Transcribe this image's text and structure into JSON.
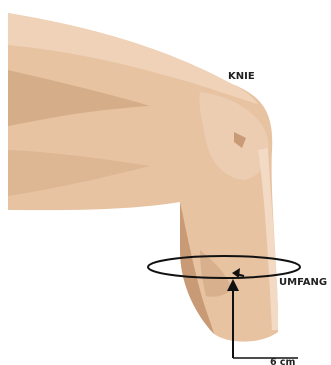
{
  "labels": {
    "knee": "KNIE",
    "circumference": "UMFANG",
    "distance": "6 cm"
  },
  "colors": {
    "skin_base": "#e7c3a2",
    "skin_light": "#efd2b7",
    "skin_mid": "#d6ad89",
    "skin_shadow": "#c89a76",
    "line": "#111111",
    "text": "#222222"
  }
}
